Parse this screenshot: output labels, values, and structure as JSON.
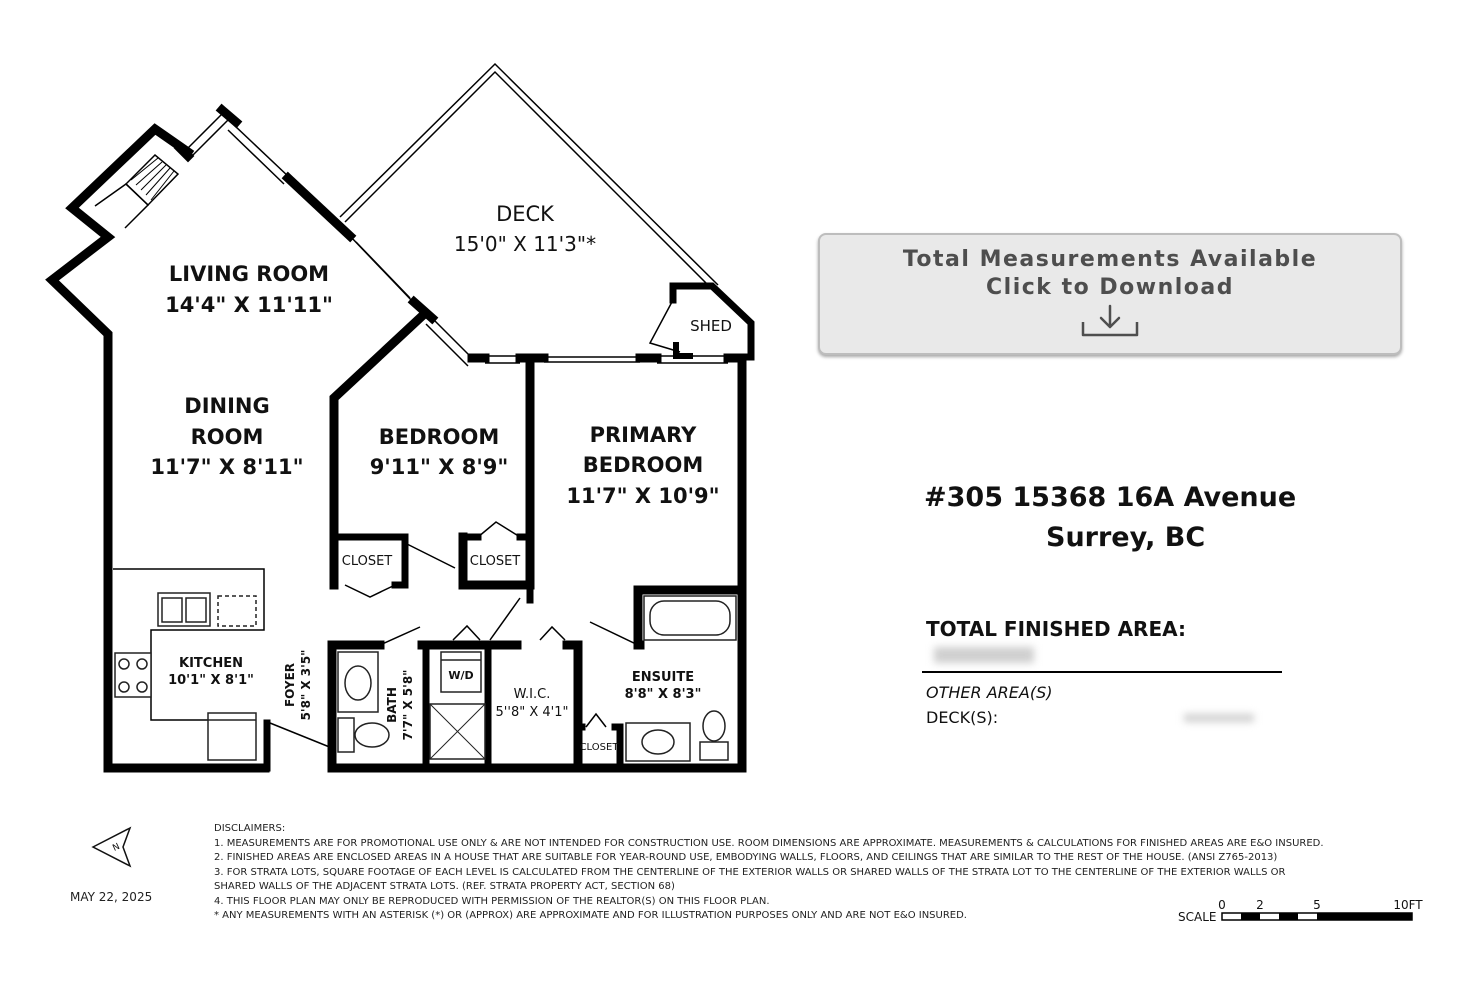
{
  "rooms": {
    "deck": {
      "name": "DECK",
      "dims": "15'0\" X 11'3\"*"
    },
    "shed": {
      "name": "SHED"
    },
    "living_room": {
      "name": "LIVING ROOM",
      "dims": "14'4\" X 11'11\""
    },
    "dining_room": {
      "name_1": "DINING",
      "name_2": "ROOM",
      "dims": "11'7\" X 8'11\""
    },
    "bedroom": {
      "name": "BEDROOM",
      "dims": "9'11\" X 8'9\""
    },
    "primary_bedroom": {
      "name_1": "PRIMARY",
      "name_2": "BEDROOM",
      "dims": "11'7\" X 10'9\""
    },
    "closet_left": {
      "name": "CLOSET"
    },
    "closet_right": {
      "name": "CLOSET"
    },
    "closet_ensuite": {
      "name": "CLOSET"
    },
    "kitchen": {
      "name": "KITCHEN",
      "dims": "10'1\" X 8'1\""
    },
    "foyer": {
      "name": "FOYER",
      "dims": "5'8\" X 3'5\""
    },
    "bath": {
      "name": "BATH",
      "dims": "7'7\" X 5'8\""
    },
    "wd": {
      "name": "W/D"
    },
    "wic": {
      "name": "W.I.C.",
      "dims": "5''8\" X 4'1\""
    },
    "ensuite": {
      "name": "ENSUITE",
      "dims": "8'8\" X 8'3\""
    }
  },
  "download_panel": {
    "line1": "Total Measurements Available",
    "line2": "Click to Download",
    "icon": "download-icon"
  },
  "address": {
    "line1": "#305 15368 16A Avenue",
    "line2": "Surrey, BC"
  },
  "area": {
    "total_label": "TOTAL FINISHED AREA:",
    "other_label": "OTHER AREA(S)",
    "deck_label": "DECK(S):"
  },
  "compass": {
    "label": "N",
    "icon": "north-arrow-icon"
  },
  "date": "MAY 22, 2025",
  "disclaimers": {
    "heading": "DISCLAIMERS:",
    "items": [
      "1. MEASUREMENTS ARE FOR PROMOTIONAL USE ONLY & ARE NOT INTENDED FOR CONSTRUCTION USE. ROOM DIMENSIONS ARE APPROXIMATE. MEASUREMENTS & CALCULATIONS FOR FINISHED AREAS ARE E&O INSURED.",
      "2. FINISHED AREAS ARE ENCLOSED AREAS IN A HOUSE THAT ARE SUITABLE FOR YEAR-ROUND USE, EMBODYING WALLS, FLOORS, AND CEILINGS THAT ARE SIMILAR TO THE REST OF THE HOUSE. (ANSI Z765-2013)",
      "3. FOR STRATA LOTS, SQUARE FOOTAGE OF EACH LEVEL IS CALCULATED FROM THE CENTERLINE OF THE EXTERIOR WALLS OR SHARED WALLS OF THE STRATA LOT TO THE CENTERLINE OF THE EXTERIOR WALLS OR",
      "SHARED WALLS OF THE ADJACENT STRATA LOTS. (REF. STRATA PROPERTY ACT, SECTION 68)",
      "4. THIS FLOOR PLAN MAY ONLY BE REPRODUCED WITH PERMISSION OF THE REALTOR(S) ON THIS FLOOR PLAN.",
      "* ANY MEASUREMENTS WITH AN ASTERISK (*) OR (APPROX) ARE APPROXIMATE AND FOR ILLUSTRATION PURPOSES ONLY AND ARE NOT E&O INSURED."
    ]
  },
  "scale": {
    "label": "SCALE",
    "ticks": [
      "0",
      "2",
      "5",
      "10FT"
    ]
  }
}
